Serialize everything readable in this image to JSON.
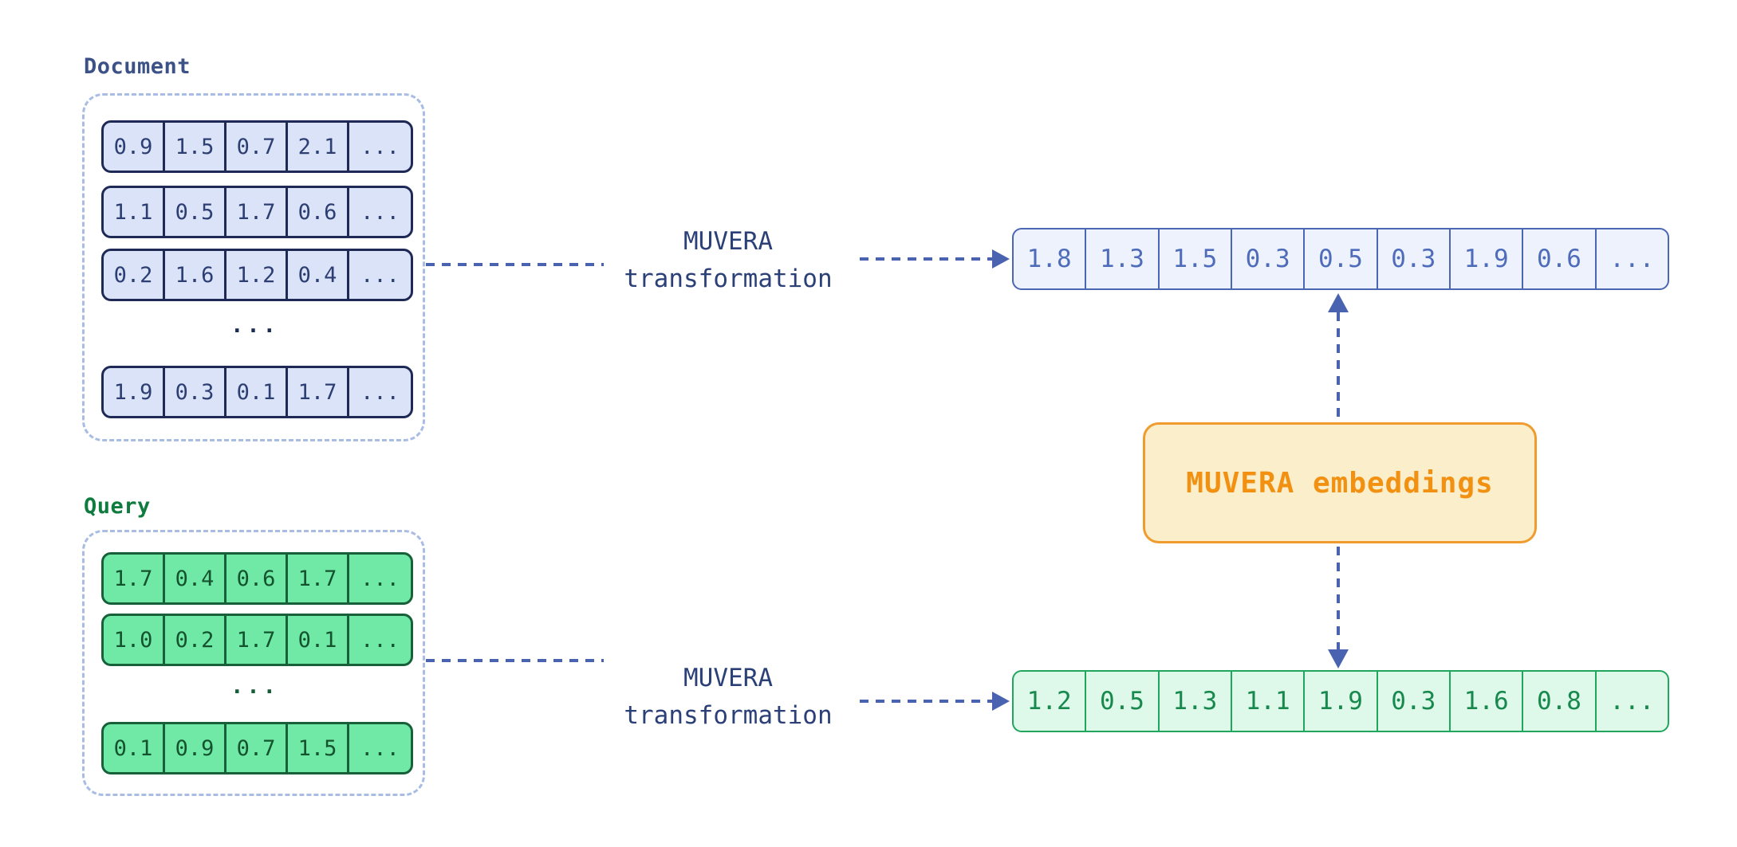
{
  "document": {
    "label": "Document",
    "rows": [
      [
        "0.9",
        "1.5",
        "0.7",
        "2.1",
        "..."
      ],
      [
        "1.1",
        "0.5",
        "1.7",
        "0.6",
        "..."
      ],
      [
        "0.2",
        "1.6",
        "1.2",
        "0.4",
        "..."
      ],
      [
        "1.9",
        "0.3",
        "0.1",
        "1.7",
        "..."
      ]
    ],
    "ellipsis": "..."
  },
  "query": {
    "label": "Query",
    "rows": [
      [
        "1.7",
        "0.4",
        "0.6",
        "1.7",
        "..."
      ],
      [
        "1.0",
        "0.2",
        "1.7",
        "0.1",
        "..."
      ],
      [
        "0.1",
        "0.9",
        "0.7",
        "1.5",
        "..."
      ]
    ],
    "ellipsis": "..."
  },
  "transform_top": {
    "line1": "MUVERA",
    "line2": "transformation"
  },
  "transform_bottom": {
    "line1": "MUVERA",
    "line2": "transformation"
  },
  "doc_embedding": [
    "1.8",
    "1.3",
    "1.5",
    "0.3",
    "0.5",
    "0.3",
    "1.9",
    "0.6",
    "..."
  ],
  "query_embedding": [
    "1.2",
    "0.5",
    "1.3",
    "1.1",
    "1.9",
    "0.3",
    "1.6",
    "0.8",
    "..."
  ],
  "embeddings_box": {
    "label": "MUVERA embeddings"
  },
  "colors": {
    "doc_cell_fill": "#dbe3f8",
    "doc_cell_border": "#1e2a55",
    "doc_label": "#3c5287",
    "query_cell_fill": "#70e9a7",
    "query_cell_border": "#17603a",
    "query_label": "#0f7b3f",
    "blue_vector_fill": "#edf2fc",
    "blue_vector_border": "#4b66b3",
    "green_vector_fill": "#def8ea",
    "green_vector_border": "#21a65e",
    "connector_blue": "#4a63b0",
    "dashed_panel_border": "#a9bce4",
    "embeddings_fill": "#fbeecb",
    "embeddings_border": "#f09b2d",
    "embeddings_text": "#f29111",
    "transform_text": "#2c4078"
  }
}
